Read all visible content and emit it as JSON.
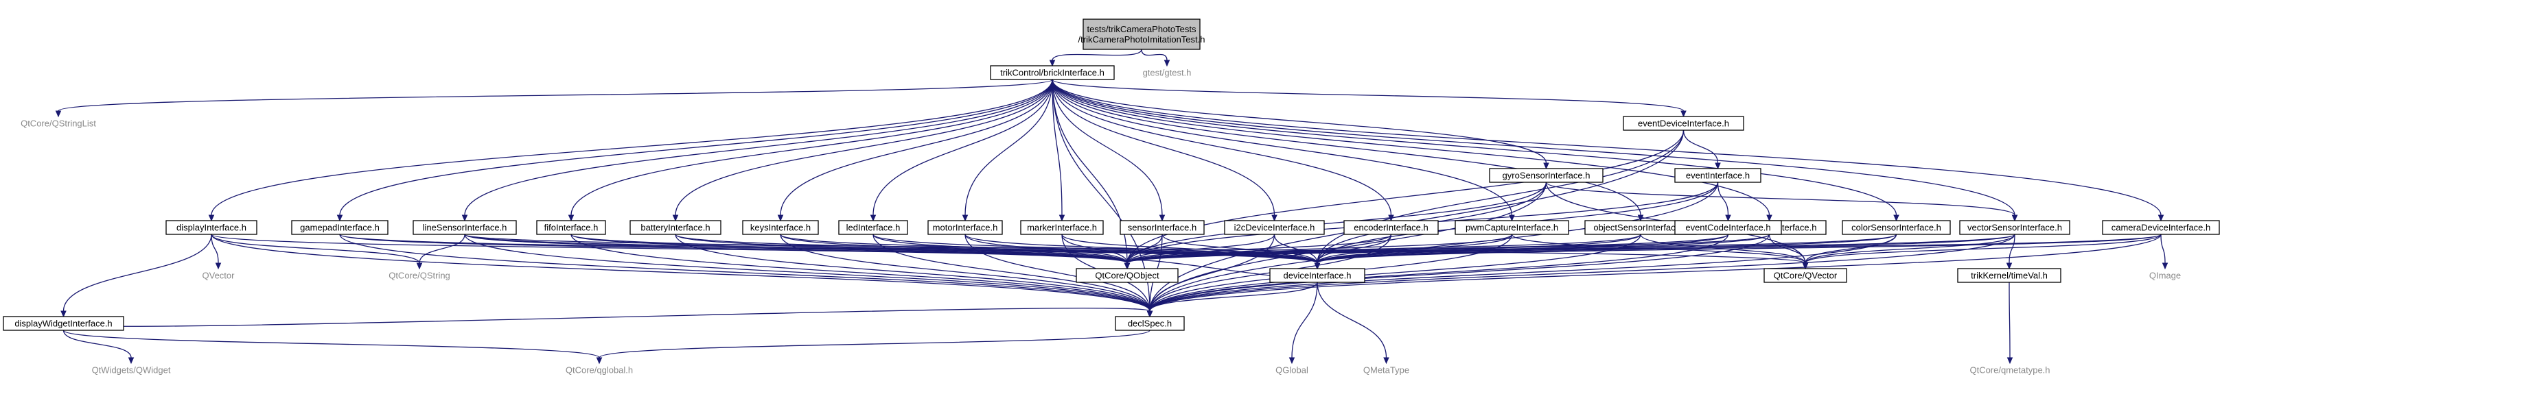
{
  "diagram": {
    "nodes": [
      {
        "id": "root",
        "label": [
          "tests/trikCameraPhotoTests",
          "/trikCameraPhotoImitationTest.h"
        ],
        "boxed": true,
        "root": true
      },
      {
        "id": "brick",
        "label": [
          "trikControl/brickInterface.h"
        ],
        "boxed": true
      },
      {
        "id": "gtest",
        "label": [
          "gtest/gtest.h"
        ],
        "boxed": false
      },
      {
        "id": "qstringlist",
        "label": [
          "QtCore/QStringList"
        ],
        "boxed": false
      },
      {
        "id": "eventDevice",
        "label": [
          "eventDeviceInterface.h"
        ],
        "boxed": true
      },
      {
        "id": "gyro",
        "label": [
          "gyroSensorInterface.h"
        ],
        "boxed": true
      },
      {
        "id": "event",
        "label": [
          "eventInterface.h"
        ],
        "boxed": true
      },
      {
        "id": "display",
        "label": [
          "displayInterface.h"
        ],
        "boxed": true
      },
      {
        "id": "gamepad",
        "label": [
          "gamepadInterface.h"
        ],
        "boxed": true
      },
      {
        "id": "line",
        "label": [
          "lineSensorInterface.h"
        ],
        "boxed": true
      },
      {
        "id": "fifo",
        "label": [
          "fifoInterface.h"
        ],
        "boxed": true
      },
      {
        "id": "battery",
        "label": [
          "batteryInterface.h"
        ],
        "boxed": true
      },
      {
        "id": "keys",
        "label": [
          "keysInterface.h"
        ],
        "boxed": true
      },
      {
        "id": "led",
        "label": [
          "ledInterface.h"
        ],
        "boxed": true
      },
      {
        "id": "motor",
        "label": [
          "motorInterface.h"
        ],
        "boxed": true
      },
      {
        "id": "marker",
        "label": [
          "markerInterface.h"
        ],
        "boxed": true
      },
      {
        "id": "sensor",
        "label": [
          "sensorInterface.h"
        ],
        "boxed": true
      },
      {
        "id": "i2c",
        "label": [
          "i2cDeviceInterface.h"
        ],
        "boxed": true
      },
      {
        "id": "encoder",
        "label": [
          "encoderInterface.h"
        ],
        "boxed": true
      },
      {
        "id": "pwm",
        "label": [
          "pwmCaptureInterface.h"
        ],
        "boxed": true
      },
      {
        "id": "object",
        "label": [
          "objectSensorInterface.h"
        ],
        "boxed": true
      },
      {
        "id": "sound",
        "label": [
          "soundSensorInterface.h"
        ],
        "boxed": true
      },
      {
        "id": "color",
        "label": [
          "colorSensorInterface.h"
        ],
        "boxed": true
      },
      {
        "id": "eventCode",
        "label": [
          "eventCodeInterface.h"
        ],
        "boxed": true
      },
      {
        "id": "vector",
        "label": [
          "vectorSensorInterface.h"
        ],
        "boxed": true
      },
      {
        "id": "camera",
        "label": [
          "cameraDeviceInterface.h"
        ],
        "boxed": true
      },
      {
        "id": "qvector",
        "label": [
          "QVector"
        ],
        "boxed": false
      },
      {
        "id": "qstring",
        "label": [
          "QtCore/QString"
        ],
        "boxed": false
      },
      {
        "id": "qobject",
        "label": [
          "QtCore/QObject"
        ],
        "boxed": true
      },
      {
        "id": "deviceIf",
        "label": [
          "deviceInterface.h"
        ],
        "boxed": true
      },
      {
        "id": "qtcoreqvector",
        "label": [
          "QtCore/QVector"
        ],
        "boxed": true
      },
      {
        "id": "trikKernel",
        "label": [
          "trikKernel/timeVal.h"
        ],
        "boxed": true
      },
      {
        "id": "qimage",
        "label": [
          "QImage"
        ],
        "boxed": false
      },
      {
        "id": "displayWidget",
        "label": [
          "displayWidgetInterface.h"
        ],
        "boxed": true
      },
      {
        "id": "declspec",
        "label": [
          "declSpec.h"
        ],
        "boxed": true
      },
      {
        "id": "qwidget",
        "label": [
          "QtWidgets/QWidget"
        ],
        "boxed": false
      },
      {
        "id": "qglobal",
        "label": [
          "QGlobal"
        ],
        "boxed": false
      },
      {
        "id": "qmetatype",
        "label": [
          "QMetaType"
        ],
        "boxed": false
      },
      {
        "id": "qmetatypeh",
        "label": [
          "QtCore/qmetatype.h"
        ],
        "boxed": false
      },
      {
        "id": "qtcoreqglobal",
        "label": [
          "QtCore/qglobal.h"
        ],
        "boxed": false
      }
    ],
    "edges": [
      [
        "root",
        "brick"
      ],
      [
        "root",
        "gtest"
      ],
      [
        "brick",
        "qstringlist"
      ],
      [
        "brick",
        "eventDevice"
      ],
      [
        "brick",
        "gyro"
      ],
      [
        "brick",
        "display"
      ],
      [
        "brick",
        "gamepad"
      ],
      [
        "brick",
        "line"
      ],
      [
        "brick",
        "fifo"
      ],
      [
        "brick",
        "battery"
      ],
      [
        "brick",
        "keys"
      ],
      [
        "brick",
        "led"
      ],
      [
        "brick",
        "motor"
      ],
      [
        "brick",
        "marker"
      ],
      [
        "brick",
        "sensor"
      ],
      [
        "brick",
        "i2c"
      ],
      [
        "brick",
        "encoder"
      ],
      [
        "brick",
        "pwm"
      ],
      [
        "brick",
        "object"
      ],
      [
        "brick",
        "sound"
      ],
      [
        "brick",
        "color"
      ],
      [
        "brick",
        "vector"
      ],
      [
        "brick",
        "camera"
      ],
      [
        "brick",
        "declspec"
      ],
      [
        "brick",
        "qobject"
      ],
      [
        "eventDevice",
        "event"
      ],
      [
        "eventDevice",
        "qobject"
      ],
      [
        "eventDevice",
        "declspec"
      ],
      [
        "eventDevice",
        "deviceIf"
      ],
      [
        "event",
        "eventCode"
      ],
      [
        "event",
        "qobject"
      ],
      [
        "event",
        "declspec"
      ],
      [
        "event",
        "deviceIf"
      ],
      [
        "eventCode",
        "qobject"
      ],
      [
        "eventCode",
        "declspec"
      ],
      [
        "eventCode",
        "deviceIf"
      ],
      [
        "gyro",
        "qobject"
      ],
      [
        "gyro",
        "deviceIf"
      ],
      [
        "gyro",
        "vector"
      ],
      [
        "gyro",
        "qtcoreqvector"
      ],
      [
        "gyro",
        "declspec"
      ],
      [
        "display",
        "displayWidget"
      ],
      [
        "display",
        "qvector"
      ],
      [
        "display",
        "qstring"
      ],
      [
        "display",
        "qobject"
      ],
      [
        "display",
        "declspec"
      ],
      [
        "displayWidget",
        "qwidget"
      ],
      [
        "displayWidget",
        "declspec"
      ],
      [
        "displayWidget",
        "qtcoreqglobal"
      ],
      [
        "gamepad",
        "qobject"
      ],
      [
        "gamepad",
        "declspec"
      ],
      [
        "gamepad",
        "deviceIf"
      ],
      [
        "line",
        "qstring"
      ],
      [
        "line",
        "qobject"
      ],
      [
        "line",
        "qtcoreqvector"
      ],
      [
        "line",
        "declspec"
      ],
      [
        "line",
        "deviceIf"
      ],
      [
        "fifo",
        "qobject"
      ],
      [
        "fifo",
        "declspec"
      ],
      [
        "fifo",
        "deviceIf"
      ],
      [
        "battery",
        "qobject"
      ],
      [
        "battery",
        "declspec"
      ],
      [
        "battery",
        "deviceIf"
      ],
      [
        "keys",
        "qobject"
      ],
      [
        "keys",
        "declspec"
      ],
      [
        "keys",
        "deviceIf"
      ],
      [
        "led",
        "qobject"
      ],
      [
        "led",
        "declspec"
      ],
      [
        "led",
        "deviceIf"
      ],
      [
        "motor",
        "qobject"
      ],
      [
        "motor",
        "declspec"
      ],
      [
        "motor",
        "deviceIf"
      ],
      [
        "marker",
        "qobject"
      ],
      [
        "marker",
        "declspec"
      ],
      [
        "marker",
        "deviceIf"
      ],
      [
        "sensor",
        "qobject"
      ],
      [
        "sensor",
        "declspec"
      ],
      [
        "sensor",
        "deviceIf"
      ],
      [
        "i2c",
        "qobject"
      ],
      [
        "i2c",
        "declspec"
      ],
      [
        "i2c",
        "deviceIf"
      ],
      [
        "encoder",
        "qobject"
      ],
      [
        "encoder",
        "declspec"
      ],
      [
        "encoder",
        "deviceIf"
      ],
      [
        "pwm",
        "qobject"
      ],
      [
        "pwm",
        "declspec"
      ],
      [
        "pwm",
        "deviceIf"
      ],
      [
        "pwm",
        "qtcoreqvector"
      ],
      [
        "object",
        "qobject"
      ],
      [
        "object",
        "declspec"
      ],
      [
        "object",
        "deviceIf"
      ],
      [
        "object",
        "qtcoreqvector"
      ],
      [
        "sound",
        "qobject"
      ],
      [
        "sound",
        "declspec"
      ],
      [
        "sound",
        "deviceIf"
      ],
      [
        "sound",
        "qtcoreqvector"
      ],
      [
        "color",
        "qobject"
      ],
      [
        "color",
        "declspec"
      ],
      [
        "color",
        "deviceIf"
      ],
      [
        "color",
        "qtcoreqvector"
      ],
      [
        "vector",
        "qobject"
      ],
      [
        "vector",
        "declspec"
      ],
      [
        "vector",
        "deviceIf"
      ],
      [
        "vector",
        "qtcoreqvector"
      ],
      [
        "vector",
        "trikKernel"
      ],
      [
        "camera",
        "qobject"
      ],
      [
        "camera",
        "declspec"
      ],
      [
        "camera",
        "deviceIf"
      ],
      [
        "camera",
        "qimage"
      ],
      [
        "camera",
        "qtcoreqvector"
      ],
      [
        "trikKernel",
        "qmetatypeh"
      ],
      [
        "deviceIf",
        "qobject"
      ],
      [
        "deviceIf",
        "declspec"
      ],
      [
        "deviceIf",
        "qglobal"
      ],
      [
        "deviceIf",
        "qmetatype"
      ],
      [
        "declspec",
        "qtcoreqglobal"
      ]
    ]
  }
}
